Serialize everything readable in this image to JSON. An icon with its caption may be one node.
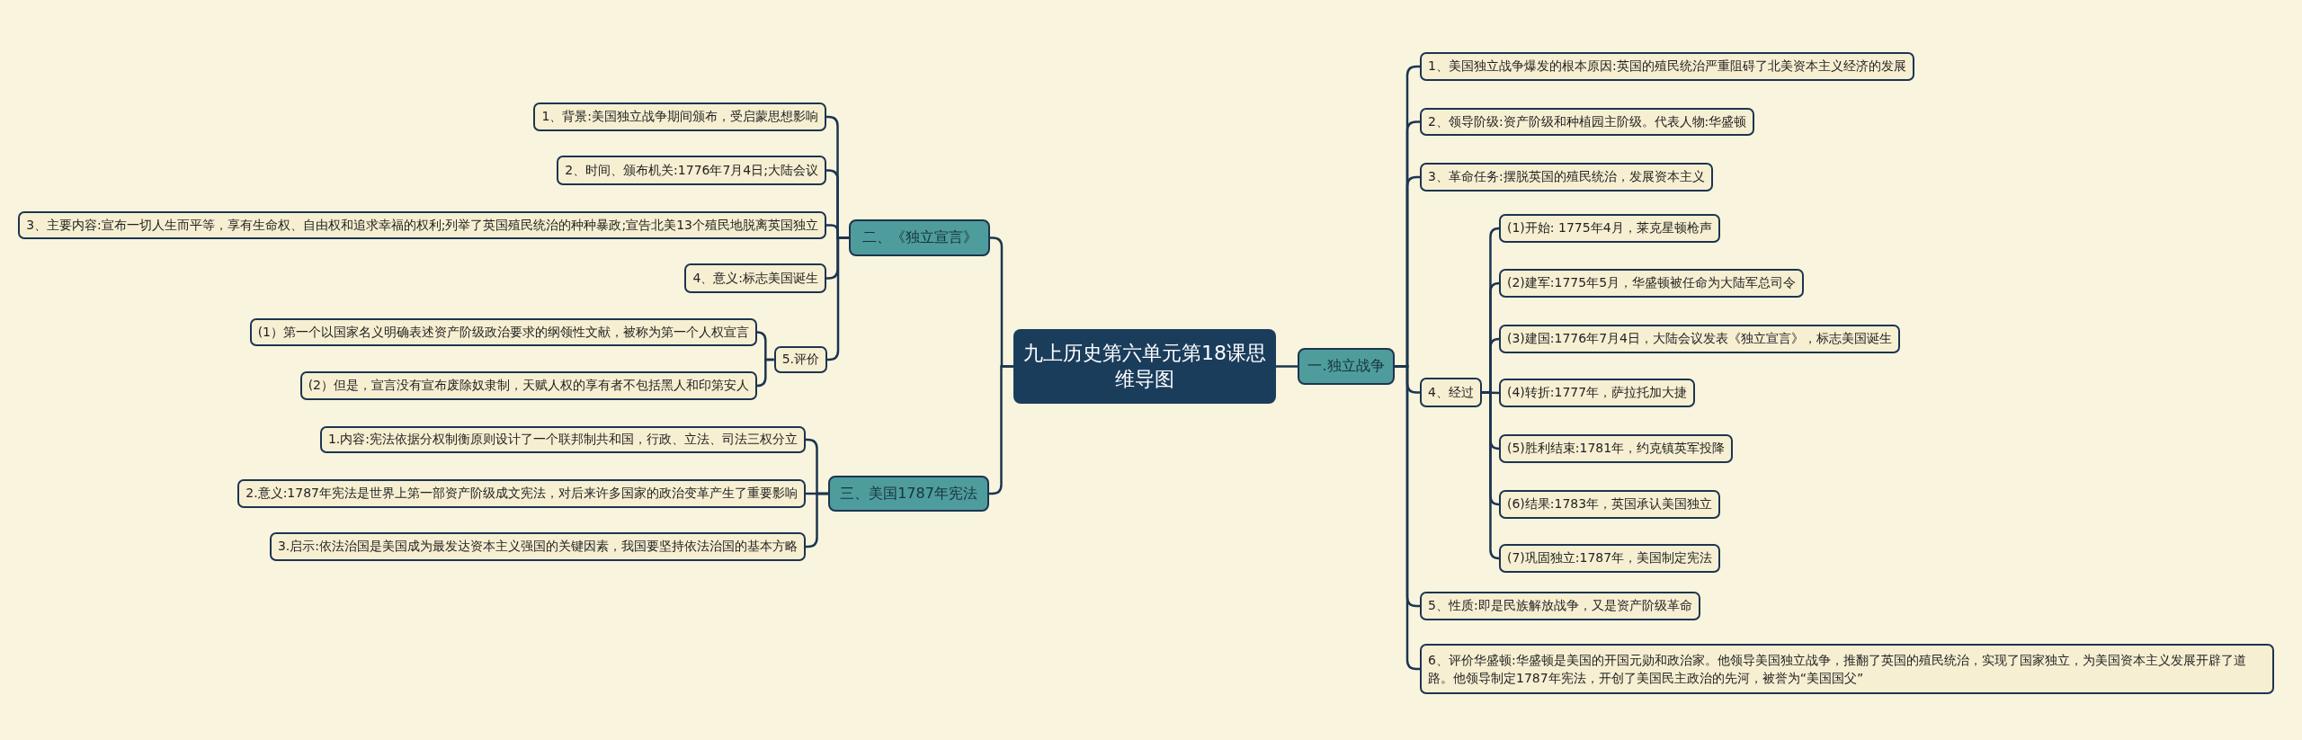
{
  "diagram": {
    "nodes": [
      {
        "text": [
          "九上历史第六单元第18课思维导图"
        ]
      },
      {
        "text": [
          "一.独立战争"
        ]
      },
      {
        "text": [
          "1、美国独立战争爆发的根本原因:英国的殖民统治严重阻碍了北美资本主义经济的发展"
        ]
      },
      {
        "text": [
          "2、领导阶级:资产阶级和种植园主阶级。代表人物:华盛顿"
        ]
      },
      {
        "text": [
          "3、革命任务:摆脱英国的殖民统治，发展资本主义"
        ]
      },
      {
        "text": [
          "4、经过"
        ]
      },
      {
        "text": [
          "(1)开始: 1775年4月，莱克星顿枪声"
        ]
      },
      {
        "text": [
          "(2)建军:1775年5月，华盛顿被任命为大陆军总司令"
        ]
      },
      {
        "text": [
          "(3)建国:1776年7月4日，大陆会议发表《独立宣言》，标志美国诞生"
        ]
      },
      {
        "text": [
          "(4)转折:1777年，萨拉托加大捷"
        ]
      },
      {
        "text": [
          "(5)胜利结束:1781年，约克镇英军投降"
        ]
      },
      {
        "text": [
          "(6)结果:1783年，英国承认美国独立"
        ]
      },
      {
        "text": [
          "(7)巩固独立:1787年，美国制定宪法"
        ]
      },
      {
        "text": [
          "5、性质:即是民族解放战争，又是资产阶级革命"
        ]
      },
      {
        "text": [
          "6、评价华盛顿:华盛顿是美国的开国元勋和政治家。他领导美国独立战争，推翻了英国的殖民统治，实现了国家独立，为美国资本主义发展开辟了道路。他领导制定1787年宪法，开创了美国民主政治的先河，被誉为“美国国父”"
        ]
      },
      {
        "text": [
          "二、《独立宣言》"
        ]
      },
      {
        "text": [
          "1、背景:美国独立战争期间颁布，受启蒙思想影响"
        ]
      },
      {
        "text": [
          "2、时间、颁布机关:1776年7月4日;大陆会议"
        ]
      },
      {
        "text": [
          "3、主要内容:宣布一切人生而平等，享有生命权、自由权和追求幸福的权利;列举了英国殖民统治的种种暴政;宣告北美13个殖民地脱离英国独立"
        ]
      },
      {
        "text": [
          "4、意义:标志美国诞生"
        ]
      },
      {
        "text": [
          "5.评价"
        ]
      },
      {
        "text": [
          "(1）第一个以国家名义明确表述资产阶级政治要求的纲领性文献，被称为第一个人权宣言"
        ]
      },
      {
        "text": [
          "(2）但是，宣言没有宣布废除奴隶制，天赋人权的享有者不包括黑人和印第安人"
        ]
      },
      {
        "text": [
          "三、美国1787年宪法"
        ]
      },
      {
        "text": [
          "1.内容:宪法依据分权制衡原则设计了一个联邦制共和国，行政、立法、司法三权分立"
        ]
      },
      {
        "text": [
          "2.意义:1787年宪法是世界上第一部资产阶级成文宪法，对后来许多国家的政治变革产生了重要影响"
        ]
      },
      {
        "text": [
          "3.启示:依法治国是美国成为最发达资本主义强国的关键因素，我国要坚持依法治国的基本方略"
        ]
      }
    ],
    "edges": [
      {
        "from": 0,
        "to": 1,
        "arrow": "none"
      },
      {
        "from": 1,
        "to": 2,
        "arrow": "none"
      },
      {
        "from": 1,
        "to": 3,
        "arrow": "none"
      },
      {
        "from": 1,
        "to": 4,
        "arrow": "none"
      },
      {
        "from": 1,
        "to": 5,
        "arrow": "none"
      },
      {
        "from": 5,
        "to": 6,
        "arrow": "none"
      },
      {
        "from": 5,
        "to": 7,
        "arrow": "none"
      },
      {
        "from": 5,
        "to": 8,
        "arrow": "none"
      },
      {
        "from": 5,
        "to": 9,
        "arrow": "none"
      },
      {
        "from": 5,
        "to": 10,
        "arrow": "none"
      },
      {
        "from": 5,
        "to": 11,
        "arrow": "none"
      },
      {
        "from": 5,
        "to": 12,
        "arrow": "none"
      },
      {
        "from": 1,
        "to": 13,
        "arrow": "none"
      },
      {
        "from": 1,
        "to": 14,
        "arrow": "none"
      },
      {
        "from": 0,
        "to": 15,
        "arrow": "none"
      },
      {
        "from": 15,
        "to": 16,
        "arrow": "none"
      },
      {
        "from": 15,
        "to": 17,
        "arrow": "none"
      },
      {
        "from": 15,
        "to": 18,
        "arrow": "none"
      },
      {
        "from": 15,
        "to": 19,
        "arrow": "none"
      },
      {
        "from": 15,
        "to": 20,
        "arrow": "none"
      },
      {
        "from": 20,
        "to": 21,
        "arrow": "none"
      },
      {
        "from": 20,
        "to": 22,
        "arrow": "none"
      },
      {
        "from": 0,
        "to": 23,
        "arrow": "none"
      },
      {
        "from": 23,
        "to": 24,
        "arrow": "none"
      },
      {
        "from": 23,
        "to": 25,
        "arrow": "none"
      },
      {
        "from": 23,
        "to": 26,
        "arrow": "none"
      }
    ]
  }
}
